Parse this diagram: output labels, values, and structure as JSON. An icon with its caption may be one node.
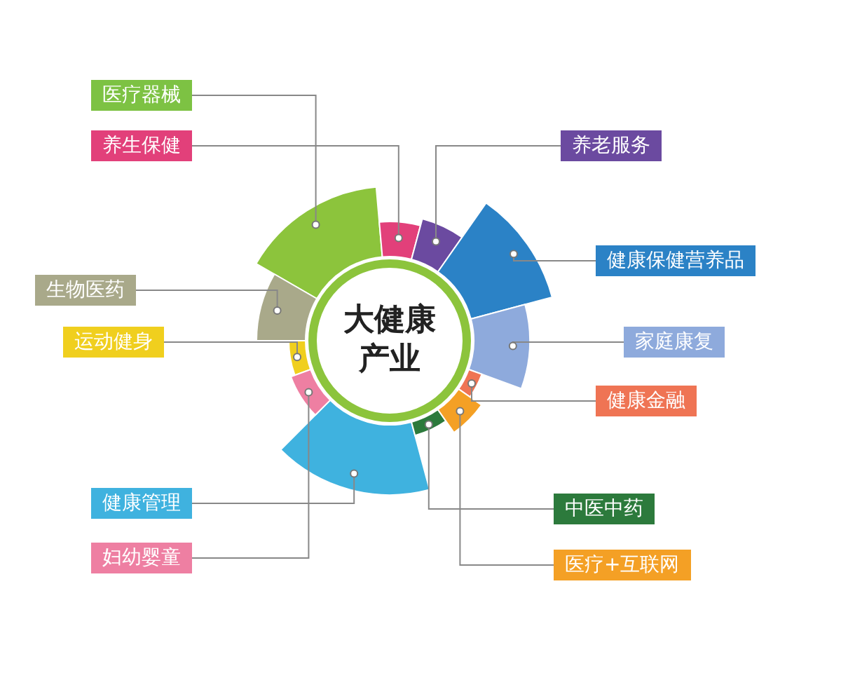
{
  "diagram": {
    "nodes": [
      {
        "text": [
          "大健康产业"
        ]
      },
      {
        "text": [
          "医疗器械"
        ]
      },
      {
        "text": [
          "养生保健"
        ]
      },
      {
        "text": [
          "生物医药"
        ]
      },
      {
        "text": [
          "运动健身"
        ]
      },
      {
        "text": [
          "健康管理"
        ]
      },
      {
        "text": [
          "妇幼婴童"
        ]
      },
      {
        "text": [
          "养老服务"
        ]
      },
      {
        "text": [
          "健康保健营养品"
        ]
      },
      {
        "text": [
          "家庭康复"
        ]
      },
      {
        "text": [
          "健康金融"
        ]
      },
      {
        "text": [
          "中医中药"
        ]
      },
      {
        "text": [
          "医疗+互联网"
        ]
      },
      {
        "text": [],
        "shape": "sector"
      },
      {
        "text": [],
        "shape": "sector"
      },
      {
        "text": [],
        "shape": "sector"
      },
      {
        "text": [],
        "shape": "sector"
      },
      {
        "text": [],
        "shape": "sector"
      },
      {
        "text": [],
        "shape": "sector"
      },
      {
        "text": [],
        "shape": "sector"
      },
      {
        "text": [],
        "shape": "sector"
      },
      {
        "text": [],
        "shape": "sector"
      },
      {
        "text": [],
        "shape": "sector"
      },
      {
        "text": [],
        "shape": "sector"
      },
      {
        "text": [],
        "shape": "sector"
      }
    ],
    "edges": [
      {
        "from": 1,
        "to": 13,
        "arrow": "other"
      },
      {
        "from": 2,
        "to": 14,
        "arrow": "other"
      },
      {
        "from": 3,
        "to": 15,
        "arrow": "other"
      },
      {
        "from": 4,
        "to": 16,
        "arrow": "other"
      },
      {
        "from": 5,
        "to": 17,
        "arrow": "other"
      },
      {
        "from": 6,
        "to": 18,
        "arrow": "other"
      },
      {
        "from": 7,
        "to": 19,
        "arrow": "other"
      },
      {
        "from": 8,
        "to": 20,
        "arrow": "other"
      },
      {
        "from": 9,
        "to": 21,
        "arrow": "other"
      },
      {
        "from": 10,
        "to": 22,
        "arrow": "other"
      },
      {
        "from": 11,
        "to": 23,
        "arrow": "other"
      },
      {
        "from": 12,
        "to": 24,
        "arrow": "other"
      }
    ]
  }
}
